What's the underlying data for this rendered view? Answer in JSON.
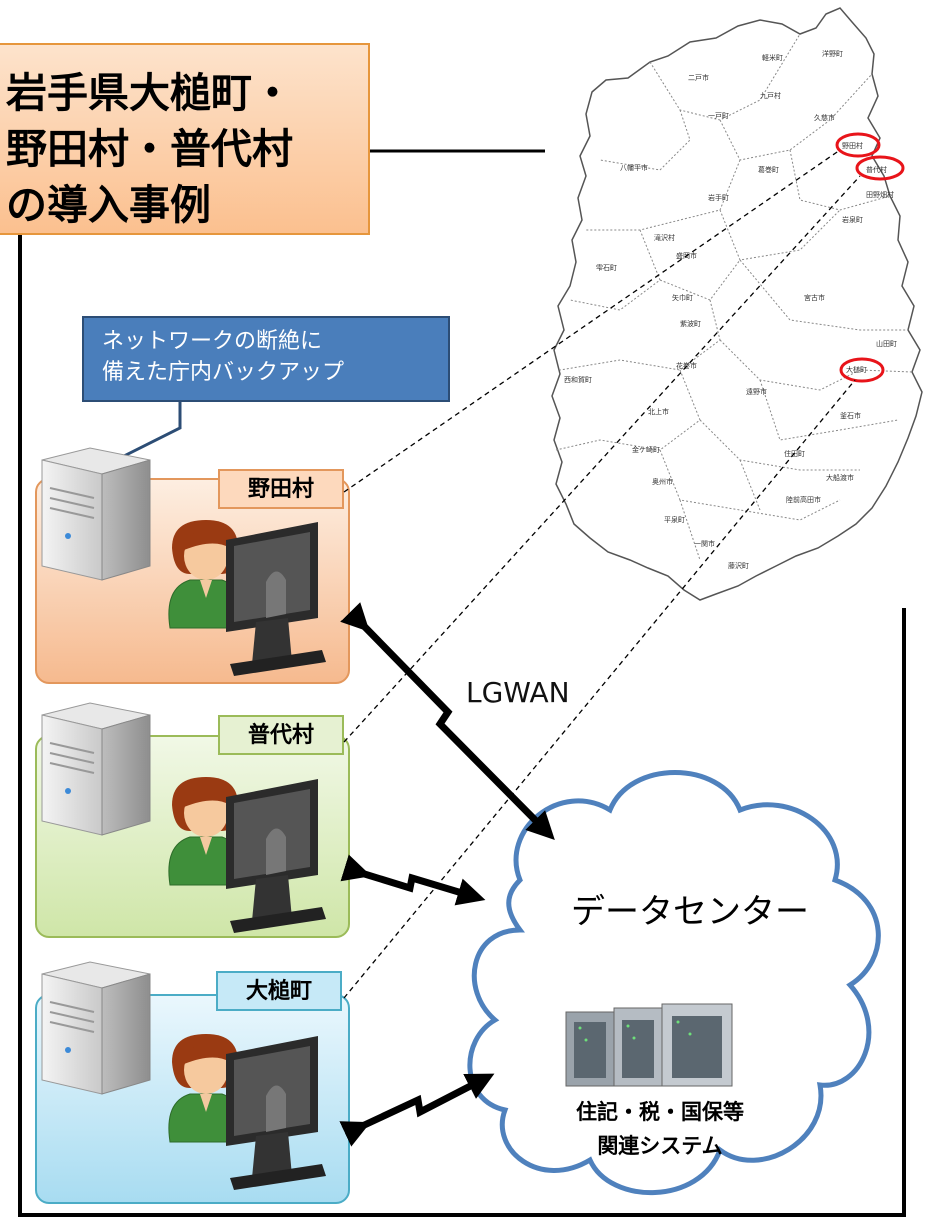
{
  "title": {
    "line1": "岩手県大槌町・",
    "line2": "野田村・普代村",
    "line3": "の導入事例"
  },
  "callout": {
    "line1": "ネットワークの断絶に",
    "line2": "備えた庁内バックアップ"
  },
  "offices": {
    "noda": "野田村",
    "fudai": "普代村",
    "otsuchi": "大槌町"
  },
  "network_label": "LGWAN",
  "datacenter": {
    "title": "データセンター",
    "systems_line1": "住記・税・国保等",
    "systems_line2": "関連システム"
  },
  "map_labels": {
    "karumai": "軽米町",
    "hirono": "洋野町",
    "ninohe": "二戸市",
    "kunohe": "九戸村",
    "ichinohe": "一戸町",
    "kuji": "久慈市",
    "noda": "野田村",
    "fudai": "普代村",
    "tanohata": "田野畑村",
    "hachimantai": "八幡平市",
    "kuzumaki": "葛巻町",
    "iwate": "岩手町",
    "iwaizumi": "岩泉町",
    "takizawa": "滝沢村",
    "shizukuishi": "雫石町",
    "morioka": "盛岡市",
    "yahaba": "矢巾町",
    "shiwa": "紫波町",
    "miyako": "宮古市",
    "yamada": "山田町",
    "hanamaki": "花巻市",
    "nishiwaga": "西和賀町",
    "otsuchi": "大槌町",
    "tono": "遠野市",
    "kitakami": "北上市",
    "kamaishi": "釜石市",
    "kanegasaki": "金ケ崎町",
    "sumita": "住田町",
    "ofunato": "大船渡市",
    "oshu": "奥州市",
    "rikuzentakata": "陸前高田市",
    "hiraizumi": "平泉町",
    "ichinoseki": "一関市",
    "fujisawa": "藤沢町"
  },
  "colors": {
    "title_fill": "#fbc08f",
    "callout_fill": "#4a7ebb",
    "noda_fill": "#f6ba8f",
    "fudai_fill": "#cfe6a8",
    "otsuchi_fill": "#a8dcf1",
    "cloud_stroke": "#4f81bd",
    "highlight_ring": "#e8141a"
  }
}
